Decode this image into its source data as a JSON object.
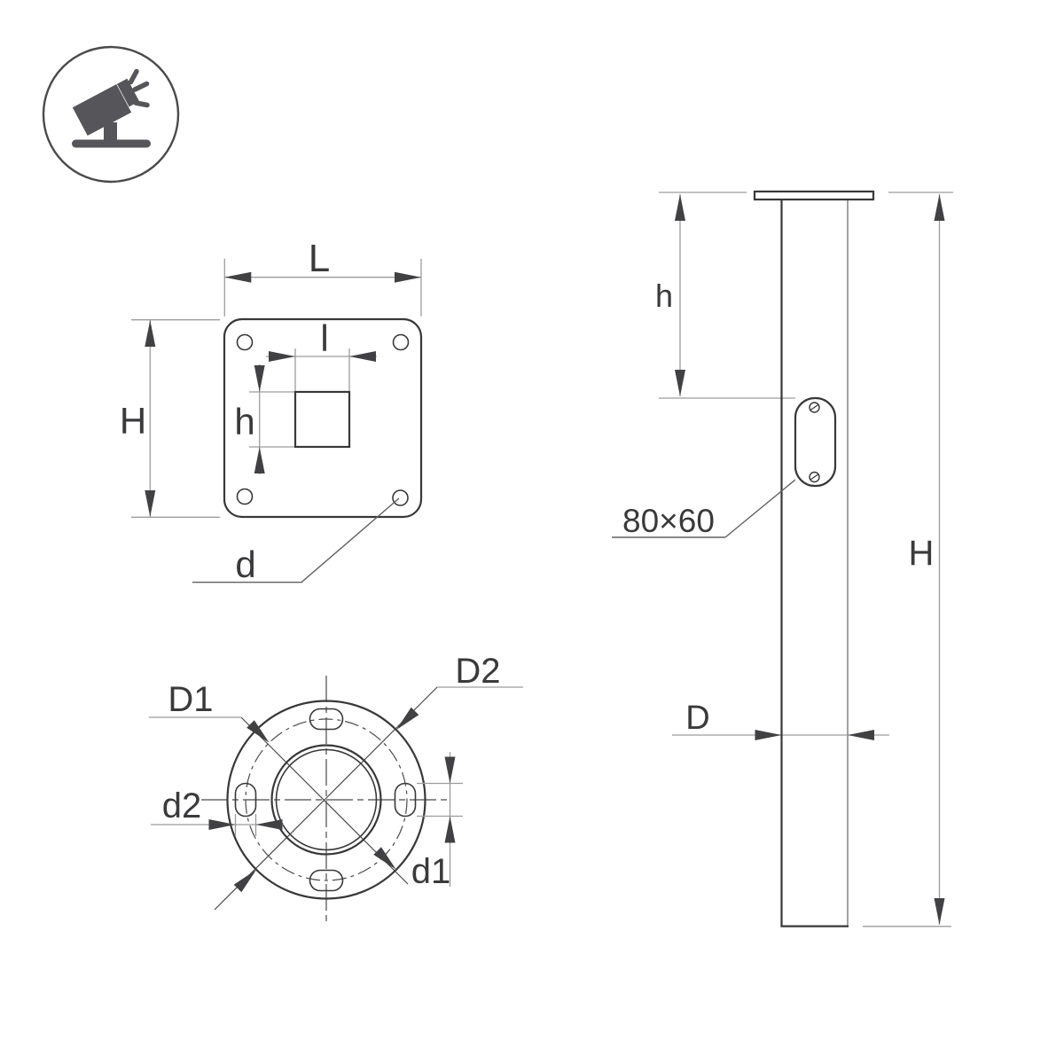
{
  "page": {
    "background": "#ffffff"
  },
  "colors": {
    "object_line": "#38383a",
    "dimension_line": "#9c9c9e",
    "leader_line": "#606063",
    "label_text": "#3a3a3c",
    "icon_fill": "#56565a"
  },
  "icon": {
    "name": "floodlight-projector"
  },
  "views": {
    "flange_top": {
      "labels": {
        "plate_width": "L",
        "shaft_width": "l",
        "plate_height": "H",
        "shaft_height": "h",
        "hole_diameter": "d"
      }
    },
    "flange_face": {
      "labels": {
        "bolt_circle_diameter": "D1",
        "flange_diameter": "D2",
        "slot_length": "d1",
        "slot_width": "d2"
      }
    },
    "pole": {
      "labels": {
        "hatch_offset": "h",
        "total_height": "H",
        "pole_diameter": "D",
        "hatch_size": "80×60"
      }
    }
  }
}
